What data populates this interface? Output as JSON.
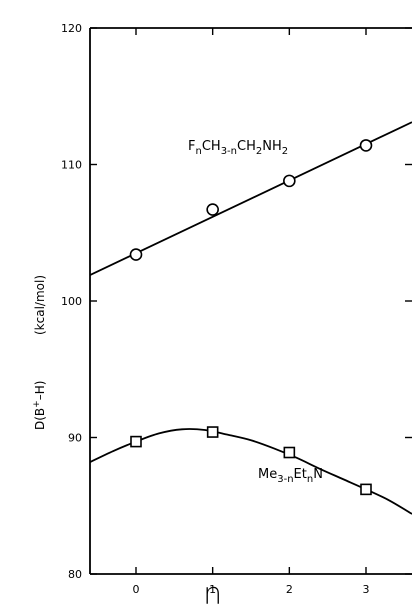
{
  "chart_data": {
    "type": "line",
    "title": "",
    "xlabel": "n",
    "ylabel": "D(B⁺–H)  (kcal/mol)",
    "ylabel_parts": {
      "left": "D(B",
      "sup": "+",
      "right": "–H)",
      "unit": "(kcal/mol)"
    },
    "xlim": [
      -0.6,
      3.6
    ],
    "ylim": [
      80,
      120
    ],
    "x_ticks": [
      0,
      1,
      2,
      3
    ],
    "x_tick_labels": [
      "0",
      "1",
      "2",
      "3"
    ],
    "y_ticks": [
      80,
      90,
      100,
      110,
      120
    ],
    "y_tick_labels": [
      "80",
      "90",
      "100",
      "110",
      "120"
    ],
    "grid": false,
    "series": [
      {
        "label_parts": [
          {
            "t": "F",
            "sub": false
          },
          {
            "t": "n",
            "sub": true
          },
          {
            "t": "CH",
            "sub": false
          },
          {
            "t": "3-n",
            "sub": true
          },
          {
            "t": "CH",
            "sub": false
          },
          {
            "t": "2",
            "sub": true
          },
          {
            "t": "NH",
            "sub": false
          },
          {
            "t": "2",
            "sub": true
          }
        ],
        "marker": "circle",
        "fit": "linear",
        "x": [
          0,
          1,
          2,
          3
        ],
        "y": [
          103.4,
          106.7,
          108.8,
          111.4
        ],
        "curve_x": [
          -0.6,
          3.6
        ],
        "curve_y": [
          101.9,
          113.1
        ]
      },
      {
        "label_parts": [
          {
            "t": "Me",
            "sub": false
          },
          {
            "t": "3-n",
            "sub": true
          },
          {
            "t": "Et",
            "sub": false
          },
          {
            "t": "n",
            "sub": true
          },
          {
            "t": "N",
            "sub": false
          }
        ],
        "marker": "square",
        "fit": "smooth",
        "x": [
          0,
          1,
          2,
          3
        ],
        "y": [
          89.7,
          90.4,
          88.9,
          86.2
        ],
        "curve_x": [
          -0.6,
          -0.3,
          0,
          0.3,
          0.6,
          0.9,
          1.2,
          1.5,
          1.8,
          2.1,
          2.4,
          2.7,
          3.0,
          3.3,
          3.6
        ],
        "curve_y": [
          88.2,
          89.0,
          89.7,
          90.3,
          90.6,
          90.55,
          90.2,
          89.8,
          89.2,
          88.5,
          87.7,
          86.95,
          86.2,
          85.4,
          84.4
        ]
      }
    ]
  }
}
